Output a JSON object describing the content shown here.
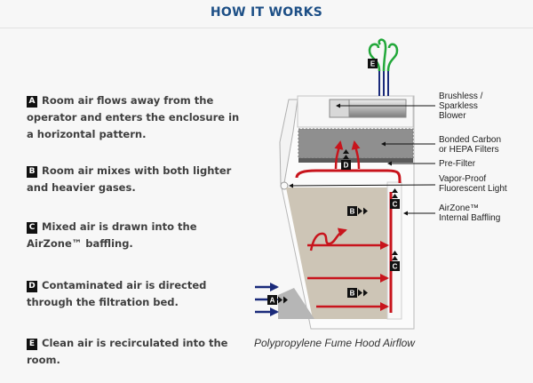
{
  "header": {
    "title": "HOW IT WORKS"
  },
  "steps": [
    {
      "letter": "A",
      "text": "Room air flows away from the operator and enters the enclosure in a horizontal pattern."
    },
    {
      "letter": "B",
      "text": "Room air mixes with both lighter and heavier gases."
    },
    {
      "letter": "C",
      "text": "Mixed air is drawn into the AirZone™ baffling."
    },
    {
      "letter": "D",
      "text": "Contaminated air is directed through the filtration bed."
    },
    {
      "letter": "E",
      "text": "Clean air is recirculated into the room."
    }
  ],
  "diagram": {
    "caption": "Polypropylene Fume Hood Airflow",
    "labels": {
      "blower": [
        "Brushless /",
        "Sparkless",
        "Blower"
      ],
      "filters": [
        "Bonded Carbon",
        "or HEPA Filters"
      ],
      "prefilter": [
        "Pre-Filter"
      ],
      "light": [
        "Vapor-Proof",
        "Fluorescent Light"
      ],
      "baffling": [
        "AirZone™",
        "Internal Baffling"
      ]
    },
    "markers": [
      "A",
      "B",
      "B",
      "C",
      "C",
      "C",
      "D",
      "E"
    ]
  },
  "colors": {
    "title": "#1d4f86",
    "intake_arrow": "#1a2a7a",
    "clean_air": "#22a83a",
    "contaminated_air": "#c8141c",
    "work_area": "#cdc5b6",
    "filter_bed": "#8f8f8f"
  }
}
